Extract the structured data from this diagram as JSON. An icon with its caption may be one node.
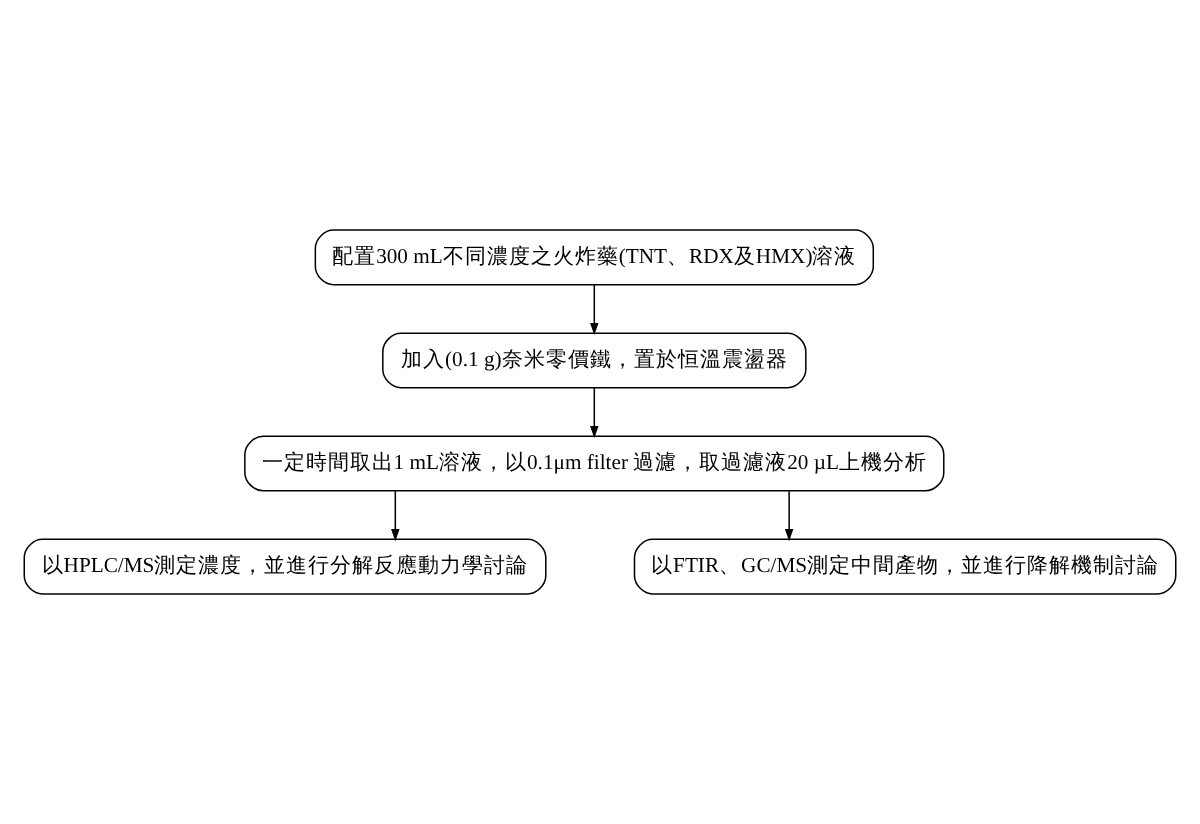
{
  "diagram": {
    "nodes": [
      {
        "text": [
          "配置300 mL不同濃度之火炸藥(TNT、RDX及HMX)溶液"
        ]
      },
      {
        "text": [
          "加入(0.1 g)奈米零價鐵，置於恒溫震盪器"
        ]
      },
      {
        "text": [
          "一定時間取出1 mL溶液，以0.1μm filter 過濾，取過濾液20 µL上機分析"
        ]
      },
      {
        "text": [
          "以HPLC/MS測定濃度，並進行分解反應動力學討論"
        ]
      },
      {
        "text": [
          "以FTIR、GC/MS測定中間產物，並進行降解機制討論"
        ]
      }
    ],
    "edges": [
      {
        "from": 0,
        "to": 1,
        "arrow": "to"
      },
      {
        "from": 1,
        "to": 2,
        "arrow": "to"
      },
      {
        "from": 2,
        "to": 3,
        "arrow": "to"
      },
      {
        "from": 2,
        "to": 4,
        "arrow": "to"
      }
    ]
  }
}
